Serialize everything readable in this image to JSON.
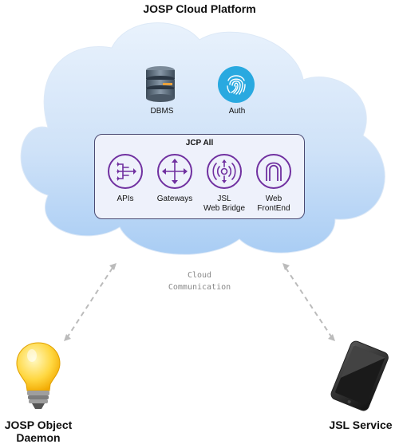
{
  "title": "JOSP Cloud Platform",
  "services": {
    "dbms_label": "DBMS",
    "auth_label": "Auth"
  },
  "jcp": {
    "title": "JCP All",
    "components": {
      "apis": [
        "APIs"
      ],
      "gateways": [
        "Gateways"
      ],
      "jsl_bridge": [
        "JSL",
        "Web Bridge"
      ],
      "web_frontend": [
        "Web",
        "FrontEnd"
      ]
    }
  },
  "link": {
    "label_line1": "Cloud",
    "label_line2": "Communication"
  },
  "endpoints": {
    "daemon_line1": "JOSP Object",
    "daemon_line2": "Daemon",
    "service": "JSL Service"
  },
  "colors": {
    "cloud_fill": "#c3daf7",
    "component_icon": "#7030a0",
    "auth_circle": "#29a9e0",
    "arrow": "#bbbbbb",
    "bulb": "#ffd740"
  }
}
